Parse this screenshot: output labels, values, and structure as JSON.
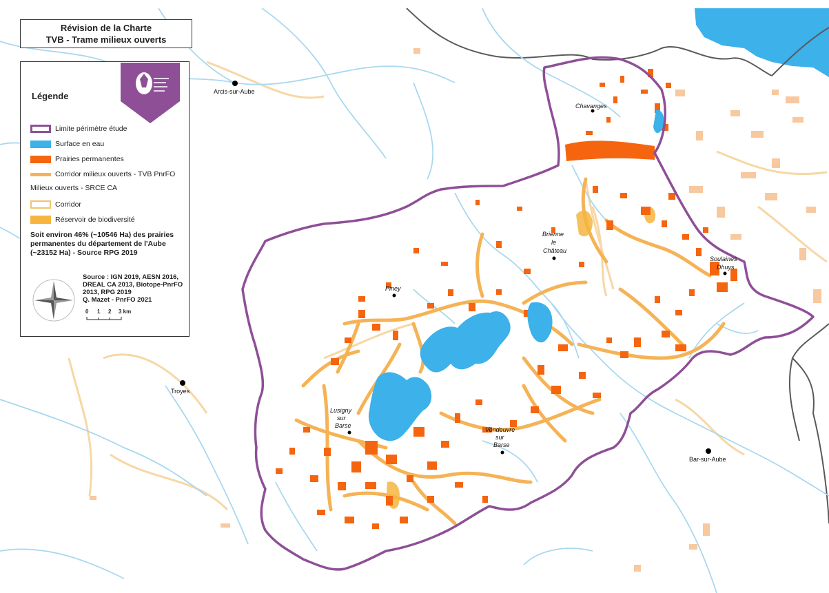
{
  "map": {
    "title_line1": "Révision de la Charte",
    "title_line2": "TVB - Trame milieux ouverts",
    "colors": {
      "limit": "#8e4f97",
      "water": "#3cb1ea",
      "prairie": "#f5650f",
      "corridor_tvb": "#f5b356",
      "corridor_srce": "#f2c46a",
      "reservoir": "#f5b53f",
      "river": "#a9d8ef",
      "boundary": "#595959"
    },
    "towns": [
      {
        "name": "Arcis-sur-Aube"
      },
      {
        "name": "Chavanges"
      },
      {
        "name": "Brienne le Château",
        "lines": [
          "Brienne",
          "le",
          "Château"
        ]
      },
      {
        "name": "Soulaines Dhuys",
        "lines": [
          "Soulaines",
          "Dhuys"
        ]
      },
      {
        "name": "Piney"
      },
      {
        "name": "Troyes"
      },
      {
        "name": "Lusigny sur Barse",
        "lines": [
          "Lusigny",
          "sur",
          "Barse"
        ]
      },
      {
        "name": "Vendeuvre sur Barse",
        "lines": [
          "Vendeuvre",
          "sur",
          "Barse"
        ]
      },
      {
        "name": "Bar-sur-Aube"
      }
    ]
  },
  "legend": {
    "title": "Légende",
    "items": {
      "limit": "Limite périmètre étude",
      "water": "Surface en eau",
      "prairie": "Prairies permanentes",
      "corridor_tvb": "Corridor milieux ouverts - TVB PnrFO"
    },
    "subheading": "Milieux ouverts - SRCE CA",
    "sub_items": {
      "corridor": "Corridor",
      "reservoir": "Réservoir de biodiversité"
    },
    "note_lines": [
      "Soit environ 46% (~10546 Ha) des prairies",
      "permanentes du département de l'Aube",
      "(~23152 Ha) - Source RPG 2019"
    ],
    "source_lines": [
      "Source : IGN 2019, AESN 2016,",
      "DREAL CA 2013, Biotope-PnrFO",
      "2013, RPG 2019",
      "Q. Mazet - PnrFO 2021"
    ],
    "scale_ticks": [
      "0",
      "1",
      "2",
      "3 km"
    ],
    "compass_icon": "compass-rose-icon",
    "logo_icon": "park-logo-icon"
  }
}
